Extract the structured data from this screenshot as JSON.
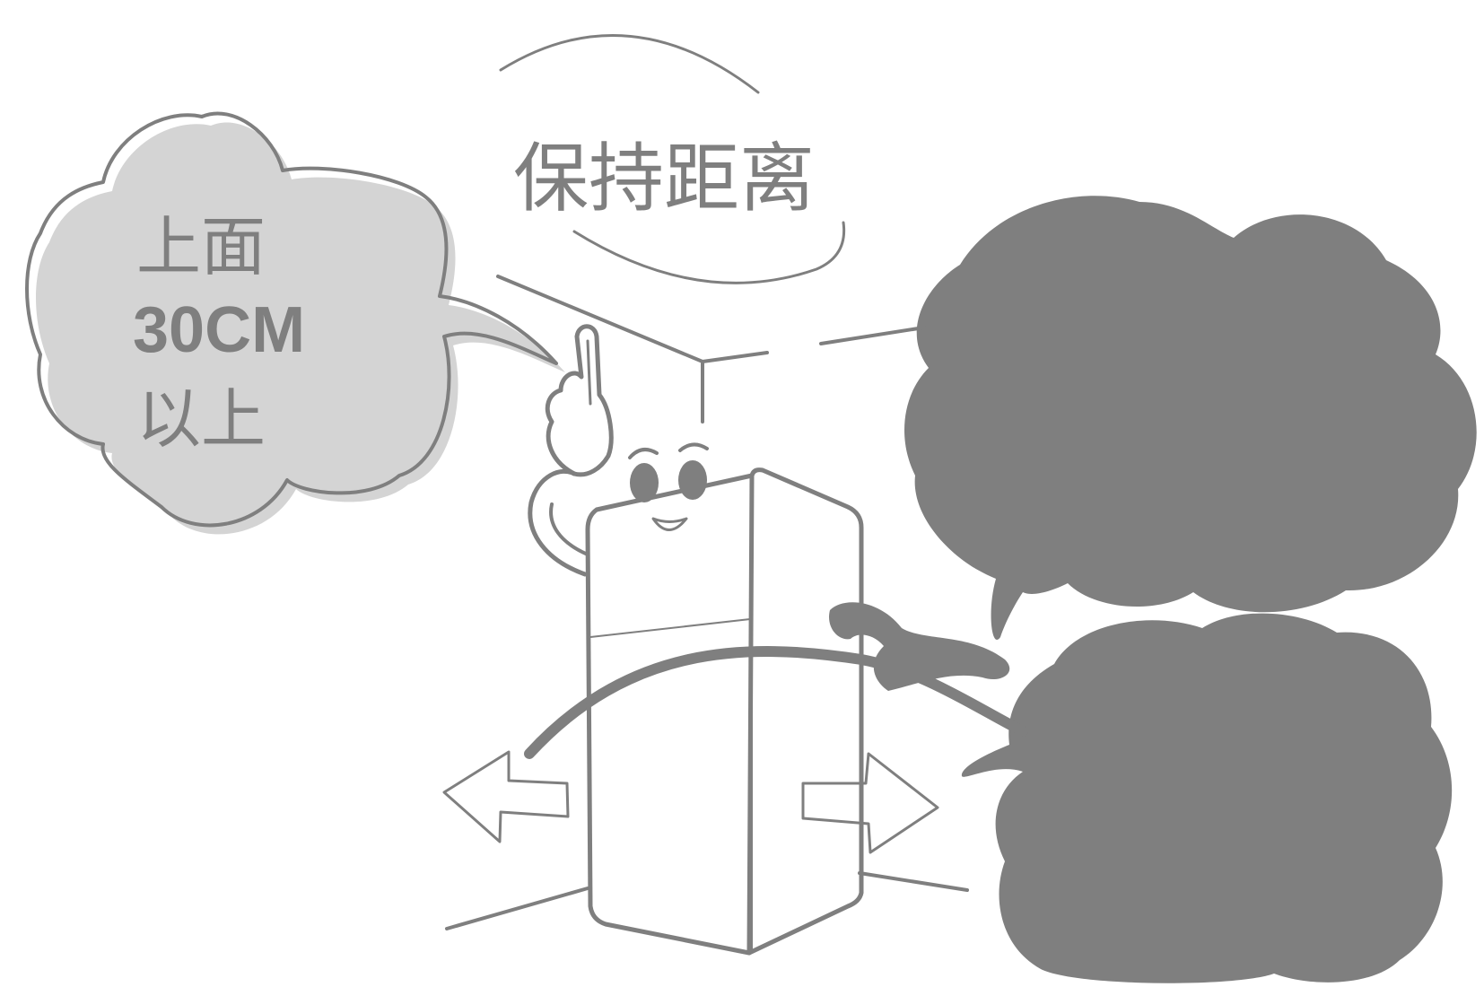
{
  "title": "保持距离",
  "top_bubble": {
    "line1": "上面",
    "line2": "30CM",
    "line3": "以上"
  },
  "colors": {
    "ink": "#7f7f7f",
    "background": "#ffffff"
  }
}
